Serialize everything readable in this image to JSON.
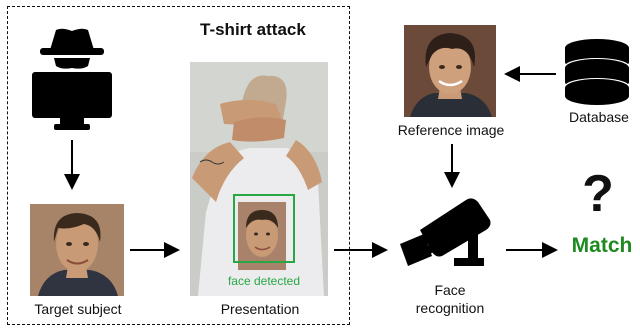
{
  "attack_box": {
    "title": "T-shirt attack"
  },
  "nodes": {
    "attacker": {
      "icon": "hacker-at-computer-icon"
    },
    "target_subject": {
      "label": "Target subject"
    },
    "presentation": {
      "label": "Presentation",
      "detection_label": "face detected"
    },
    "reference_image": {
      "label": "Reference image"
    },
    "database": {
      "label": "Database",
      "icon": "database-icon"
    },
    "face_recognition": {
      "label_line1": "Face",
      "label_line2": "recognition",
      "icon": "security-camera-icon"
    },
    "result": {
      "symbol": "?",
      "label": "Match"
    }
  },
  "colors": {
    "match": "#1f8a1f",
    "detection_box": "#27a844",
    "skin": "#c89a76",
    "hair": "#3a2a1e",
    "wall": "#c9ccc7",
    "shirt": "#ececee",
    "arrow": "#000000"
  }
}
